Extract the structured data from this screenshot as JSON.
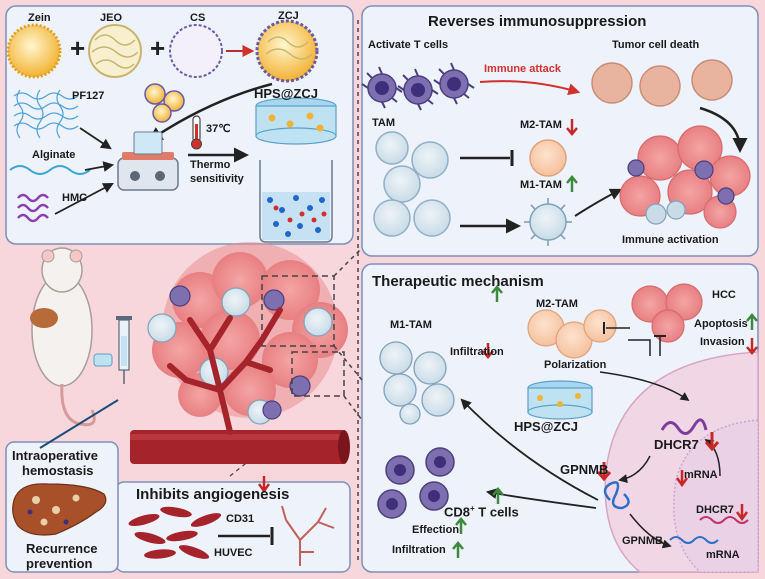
{
  "synthesis": {
    "zein": "Zein",
    "jeo": "JEO",
    "cs": "CS",
    "zcj": "ZCJ",
    "hps_zcj": "HPS@ZCJ",
    "pf127": "PF127",
    "alginate": "Alginate",
    "hmc": "HMC",
    "temperature": "37℃",
    "thermo_line1": "Thermo",
    "thermo_line2": "sensitivity"
  },
  "reverses": {
    "title": "Reverses immunosuppression",
    "activate_t": "Activate T cells",
    "immune_attack": "Immune attack",
    "tumor_death": "Tumor cell death",
    "tam": "TAM",
    "m2_tam": "M2-TAM",
    "m1_tam": "M1-TAM",
    "immune_activation": "Immune activation"
  },
  "mechanism": {
    "title": "Therapeutic mechanism",
    "m2_tam": "M2-TAM",
    "hcc": "HCC",
    "m1_tam": "M1-TAM",
    "infiltration": "Infiltration",
    "polarization": "Polarization",
    "apoptosis": "Apoptosis",
    "invasion": "Invasion",
    "hps_zcj": "HPS@ZCJ",
    "dhcr7": "DHCR7",
    "mrna": "mRNA",
    "dhcr7_small": "DHCR7",
    "gpnmb": "GPNMB",
    "gpnmb_small": "GPNMB",
    "mrna2": "mRNA",
    "cd8_prefix": "CD8",
    "cd8_sup": "+",
    "cd8_suffix": " T cells",
    "effection": "Effection",
    "infiltration2": "Infiltration"
  },
  "left": {
    "hemostasis_line1": "Intraoperative",
    "hemostasis_line2": "hemostasis",
    "recurrence_line1": "Recurrence",
    "recurrence_line2": "prevention"
  },
  "angio": {
    "title": "Inhibits angiogenesis",
    "cd31": "CD31",
    "huvec": "HUVEC"
  },
  "colors": {
    "background": "#f7d6dc",
    "panel_border": "#7d8fb8",
    "up_arrow": "#3c8a3c",
    "down_arrow": "#c62828",
    "vessel": "#a5232b"
  }
}
